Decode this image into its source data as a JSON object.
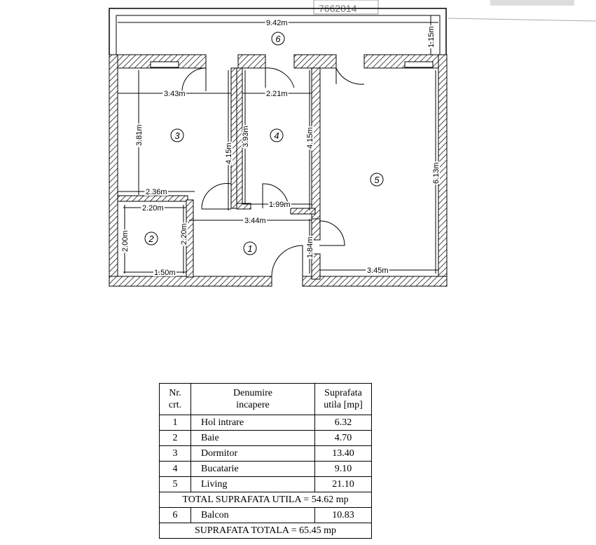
{
  "plan": {
    "stamp_text": "7662014",
    "dimensions": {
      "balcony_width": "9.42m",
      "balcony_depth": "1.15m",
      "dormitor_width": "3.43m",
      "dormitor_height": "3.81m",
      "bucatarie_width": "2.21m",
      "left_wall_height": "4.15m",
      "bucatarie_inner_height": "3.93m",
      "right_wall_height": "4.15m",
      "living_height": "6.13m",
      "hall_top": "2.36m",
      "baie_width": "2.20m",
      "kitchen_bottom": "1.99m",
      "hol_width": "3.44m",
      "baie_height": "2.00m",
      "baie_side": "2.20m",
      "hol_height": "1.84m",
      "baie_bottom": "1.50m",
      "living_width": "3.45m"
    },
    "rooms": [
      "1",
      "2",
      "3",
      "4",
      "5",
      "6"
    ]
  },
  "legend": {
    "header": {
      "nr": "Nr.",
      "crt": "crt.",
      "name_1": "Denumire",
      "name_2": "incapere",
      "area_1": "Suprafata",
      "area_2": "utila [mp]"
    },
    "rows": [
      {
        "nr": "1",
        "name": "Hol intrare",
        "area": "6.32"
      },
      {
        "nr": "2",
        "name": "Baie",
        "area": "4.70"
      },
      {
        "nr": "3",
        "name": "Dormitor",
        "area": "13.40"
      },
      {
        "nr": "4",
        "name": "Bucatarie",
        "area": "9.10"
      },
      {
        "nr": "5",
        "name": "Living",
        "area": "21.10"
      }
    ],
    "total_utila": "TOTAL SUPRAFATA UTILA = 54.62 mp",
    "balcon": {
      "nr": "6",
      "name": "Balcon",
      "area": "10.83"
    },
    "total": "SUPRAFATA TOTALA = 65.45 mp"
  }
}
